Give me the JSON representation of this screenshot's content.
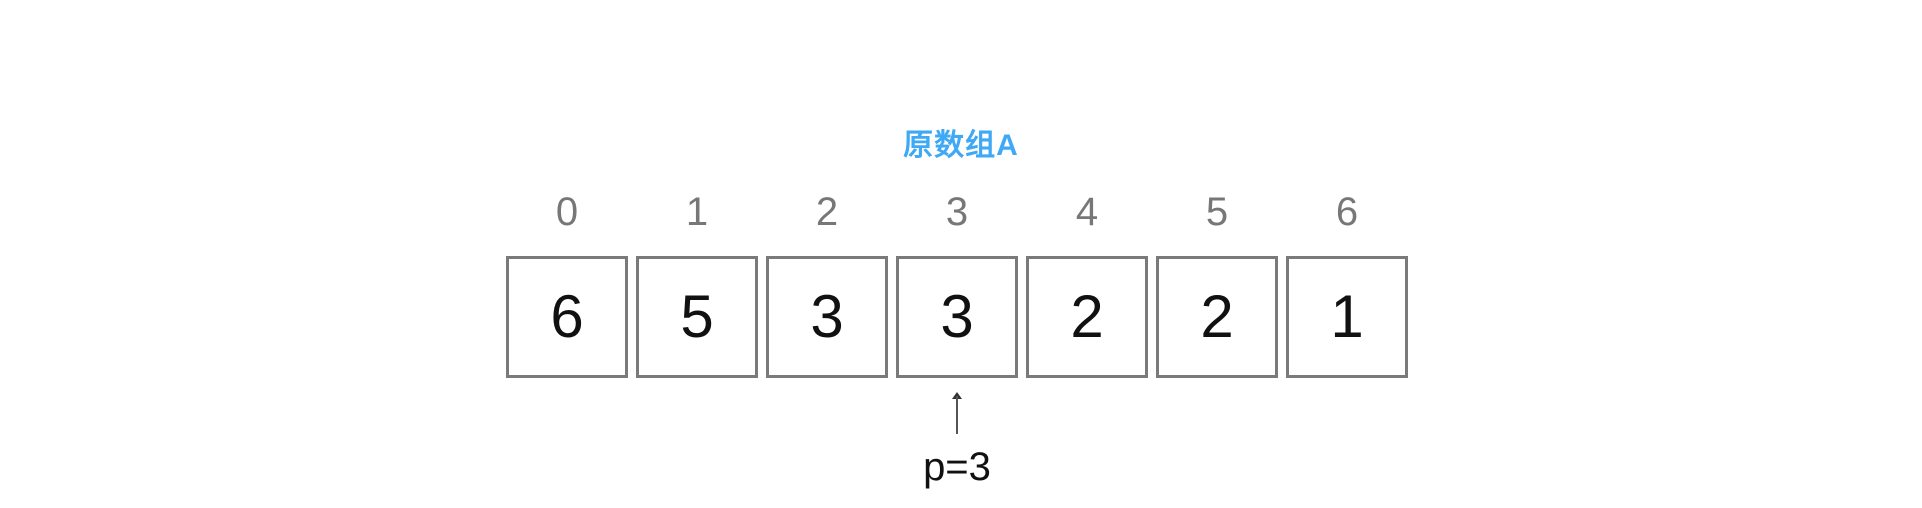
{
  "diagram": {
    "title": "原数组A",
    "title_color": "#3FA9F5",
    "index_color": "#777777",
    "cells": [
      {
        "index": "0",
        "value": "6"
      },
      {
        "index": "1",
        "value": "5"
      },
      {
        "index": "2",
        "value": "3"
      },
      {
        "index": "3",
        "value": "3"
      },
      {
        "index": "4",
        "value": "2"
      },
      {
        "index": "5",
        "value": "2"
      },
      {
        "index": "6",
        "value": "1"
      }
    ],
    "pointer": {
      "label": "p=3",
      "target_index": 3,
      "icon": "up-arrow-icon"
    }
  }
}
